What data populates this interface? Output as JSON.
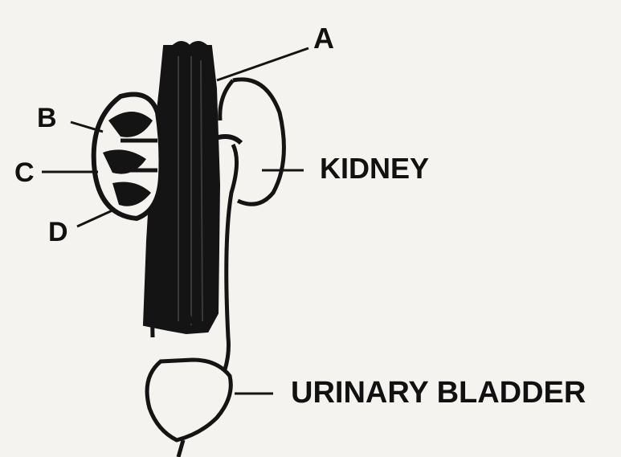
{
  "labels": {
    "a": "A",
    "b": "B",
    "c": "C",
    "d": "D",
    "kidney": "KIDNEY",
    "urinary_bladder": "URINARY BLADDER"
  },
  "colors": {
    "background": "#f4f3ef",
    "ink": "#111111"
  }
}
